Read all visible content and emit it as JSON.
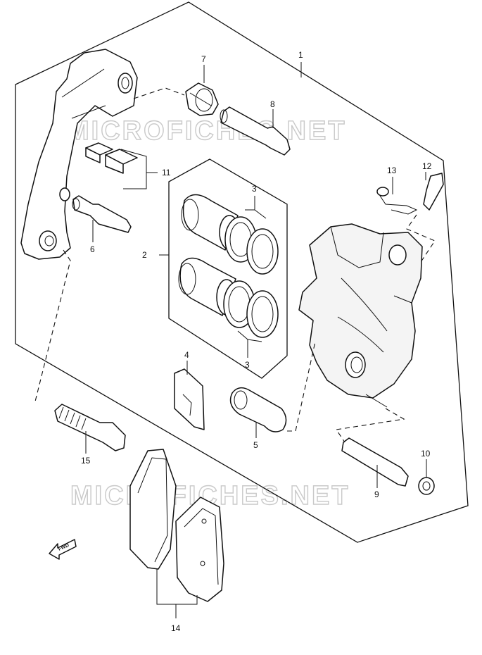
{
  "watermark": "MICROFICHES.NET",
  "fwd_label": "FWD",
  "callouts": {
    "c1": "1",
    "c2": "2",
    "c3a": "3",
    "c3b": "3",
    "c4": "4",
    "c5": "5",
    "c6": "6",
    "c7": "7",
    "c8": "8",
    "c9": "9",
    "c10": "10",
    "c11": "11",
    "c12": "12",
    "c13": "13",
    "c14": "14",
    "c15": "15"
  }
}
